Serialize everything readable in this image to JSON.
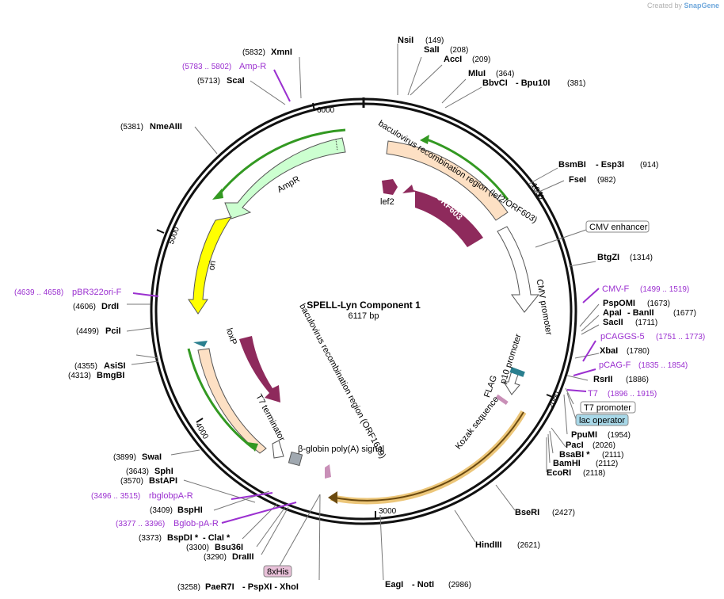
{
  "branding": {
    "created_by": "Created by",
    "product": "SnapGene"
  },
  "map": {
    "name": "SPELL-Lyn Component 1",
    "length": "6117 bp"
  },
  "ticks": [
    "1000",
    "2000",
    "3000",
    "4000",
    "5000",
    "6000"
  ],
  "enzymes": [
    {
      "name": "NsiI",
      "pos": "(149)"
    },
    {
      "name": "SalI",
      "pos": "(208)"
    },
    {
      "name": "AccI",
      "pos": "(209)"
    },
    {
      "name": "MluI",
      "pos": "(364)"
    },
    {
      "name": "BbvCI",
      "pos": "(381)",
      "alt": "- Bpu10I"
    },
    {
      "name": "BsmBI",
      "pos": "(914)",
      "alt": "- Esp3I"
    },
    {
      "name": "FseI",
      "pos": "(982)"
    },
    {
      "name": "BtgZI",
      "pos": "(1314)"
    },
    {
      "name": "PspOMI",
      "pos": "(1673)"
    },
    {
      "name": "ApaI",
      "pos": "(1677)",
      "alt": "- BanII"
    },
    {
      "name": "SacII",
      "pos": "(1711)"
    },
    {
      "name": "XbaI",
      "pos": "(1780)"
    },
    {
      "name": "RsrII",
      "pos": "(1886)"
    },
    {
      "name": "PpuMI",
      "pos": "(1954)"
    },
    {
      "name": "PacI",
      "pos": "(2026)"
    },
    {
      "name": "BsaBI *",
      "pos": "(2111)"
    },
    {
      "name": "BamHI",
      "pos": "(2112)"
    },
    {
      "name": "EcoRI",
      "pos": "(2118)"
    },
    {
      "name": "BseRI",
      "pos": "(2427)"
    },
    {
      "name": "HindIII",
      "pos": "(2621)"
    },
    {
      "name": "EagI",
      "pos": "(2986)",
      "alt": "- NotI"
    },
    {
      "name": "PaeR7I",
      "pos": "(3258)",
      "alt": "- PspXI - XhoI"
    },
    {
      "name": "DraIII",
      "pos": "(3290)"
    },
    {
      "name": "Bsu36I",
      "pos": "(3300)"
    },
    {
      "name": "BspDI *",
      "pos": "(3373)",
      "alt": "- ClaI *"
    },
    {
      "name": "BspHI",
      "pos": "(3409)"
    },
    {
      "name": "BstAPI",
      "pos": "(3570)"
    },
    {
      "name": "SphI",
      "pos": "(3643)"
    },
    {
      "name": "SwaI",
      "pos": "(3899)"
    },
    {
      "name": "BmgBI",
      "pos": "(4313)"
    },
    {
      "name": "AsiSI",
      "pos": "(4355)"
    },
    {
      "name": "PciI",
      "pos": "(4499)"
    },
    {
      "name": "DrdI",
      "pos": "(4606)"
    },
    {
      "name": "NmeAIII",
      "pos": "(5381)"
    },
    {
      "name": "ScaI",
      "pos": "(5713)"
    },
    {
      "name": "XmnI",
      "pos": "(5832)"
    }
  ],
  "primers": [
    {
      "name": "CMV-F",
      "range": "(1499 .. 1519)"
    },
    {
      "name": "pCAGGS-5",
      "range": "(1751 .. 1773)"
    },
    {
      "name": "pCAG-F",
      "range": "(1835 .. 1854)"
    },
    {
      "name": "T7",
      "range": "(1896 .. 1915)"
    },
    {
      "name": "Bglob-pA-R",
      "range": "(3377 .. 3396)"
    },
    {
      "name": "rbglobpA-R",
      "range": "(3496 .. 3515)"
    },
    {
      "name": "pBR322ori-F",
      "range": "(4639 .. 4658)"
    },
    {
      "name": "Amp-R",
      "range": "(5783 .. 5802)"
    }
  ],
  "boxed_features": {
    "cmv_enhancer": "CMV enhancer",
    "t7_promoter": "T7 promoter",
    "lac_operator": "lac operator",
    "his_tag": "8xHis"
  },
  "features": {
    "baculo_right": "baculovirus recombination region (lef2/ORF603)",
    "lef2": "lef2",
    "orf603": "ORF603",
    "ampr": "AmpR",
    "ori": "ori",
    "cmv_promoter": "CMV promoter",
    "p10_promoter": "p10 promoter",
    "flag": "FLAG",
    "kozak": "Kozak sequence",
    "baculo_left": "baculovirus recombination region (ORF1629)",
    "loxp": "loxP",
    "orf1629": "ORF1629",
    "t7_terminator": "T7 terminator",
    "beta_globin": "β-globin poly(A) signal"
  },
  "colors": {
    "backbone": "#111111",
    "baculo": "#fde0c4",
    "orf": "#8e2a5c",
    "ampr": "#ccffd0",
    "ori": "#ffff00",
    "primer": "#9b30d0",
    "lac": "#a8d8e8",
    "his": "#e8c0d8",
    "green_line": "#339922",
    "orange_line": "#e0a020"
  }
}
